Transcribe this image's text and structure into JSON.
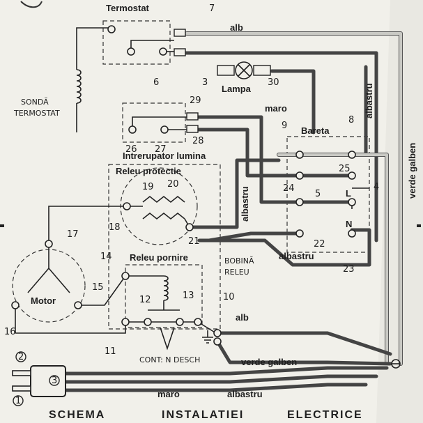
{
  "title_words": [
    "SCHEMA",
    "INSTALATIEI",
    "ELECTRICE"
  ],
  "components": {
    "termostat": "Termostat",
    "lampa": "Lampa",
    "intrerupator": "Intrerupator lumina",
    "releu_protectie": "Releu protectie",
    "releu_pornire": "Releu pornire",
    "motor": "Motor",
    "bareta": "Bareta",
    "sonda": [
      "SONDĂ",
      "TERMOSTAT"
    ],
    "bobina": [
      "BOBINĂ",
      "RELEU"
    ],
    "contacte": "CONT: N DESCH"
  },
  "wire_labels": {
    "alb_top": "alb",
    "maro_top": "maro",
    "albastru_right": "albastru",
    "albastru_mid": "albastru",
    "albastru_low": "albastru",
    "verde_galben_right": "verde galben",
    "alb_bottom": "alb",
    "verde_galben_bottom": "verde galben",
    "maro_bottom": "maro",
    "albastru_bottom": "albastru"
  },
  "bareta_terminals": {
    "L": "L",
    "N": "N"
  },
  "numbers": {
    "n1": "1",
    "n2": "2",
    "n3": "3",
    "n4": "4",
    "n5": "5",
    "n6": "6",
    "n7": "7",
    "n8": "8",
    "n9": "9",
    "n10": "10",
    "n11": "11",
    "n12": "12",
    "n13": "13",
    "n14": "14",
    "n15": "15",
    "n16": "16",
    "n17": "17",
    "n18": "18",
    "n19": "19",
    "n20": "20",
    "n21": "21",
    "n22": "22",
    "n23": "23",
    "n24": "24",
    "n25": "25",
    "n26": "26",
    "n27": "27",
    "n28": "28",
    "n29": "29",
    "n30": "30"
  }
}
